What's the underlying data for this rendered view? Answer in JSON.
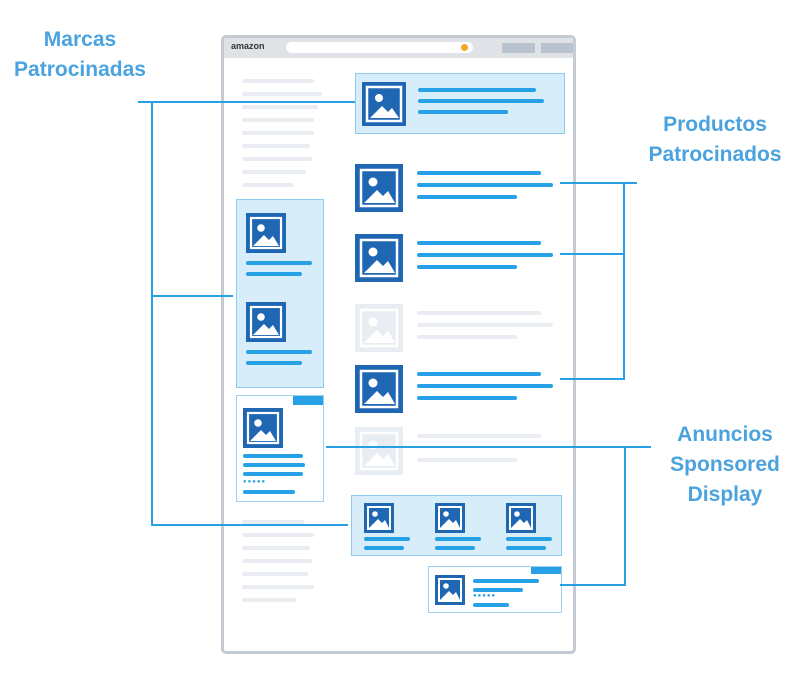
{
  "labels": {
    "brands": {
      "line1": "Marcas",
      "line2": "Patrocinadas"
    },
    "products": {
      "line1": "Productos",
      "line2": "Patrocinados"
    },
    "display": {
      "line1": "Anuncios",
      "line2": "Sponsored",
      "line3": "Display"
    }
  },
  "browser": {
    "logo": "amazon"
  },
  "icons": {
    "product_image": "image-icon"
  },
  "colors": {
    "label_text": "#4aa3df",
    "accent": "#27a1e6",
    "image_fill": "#1f66b3",
    "ad_panel": "#d7edfa"
  }
}
